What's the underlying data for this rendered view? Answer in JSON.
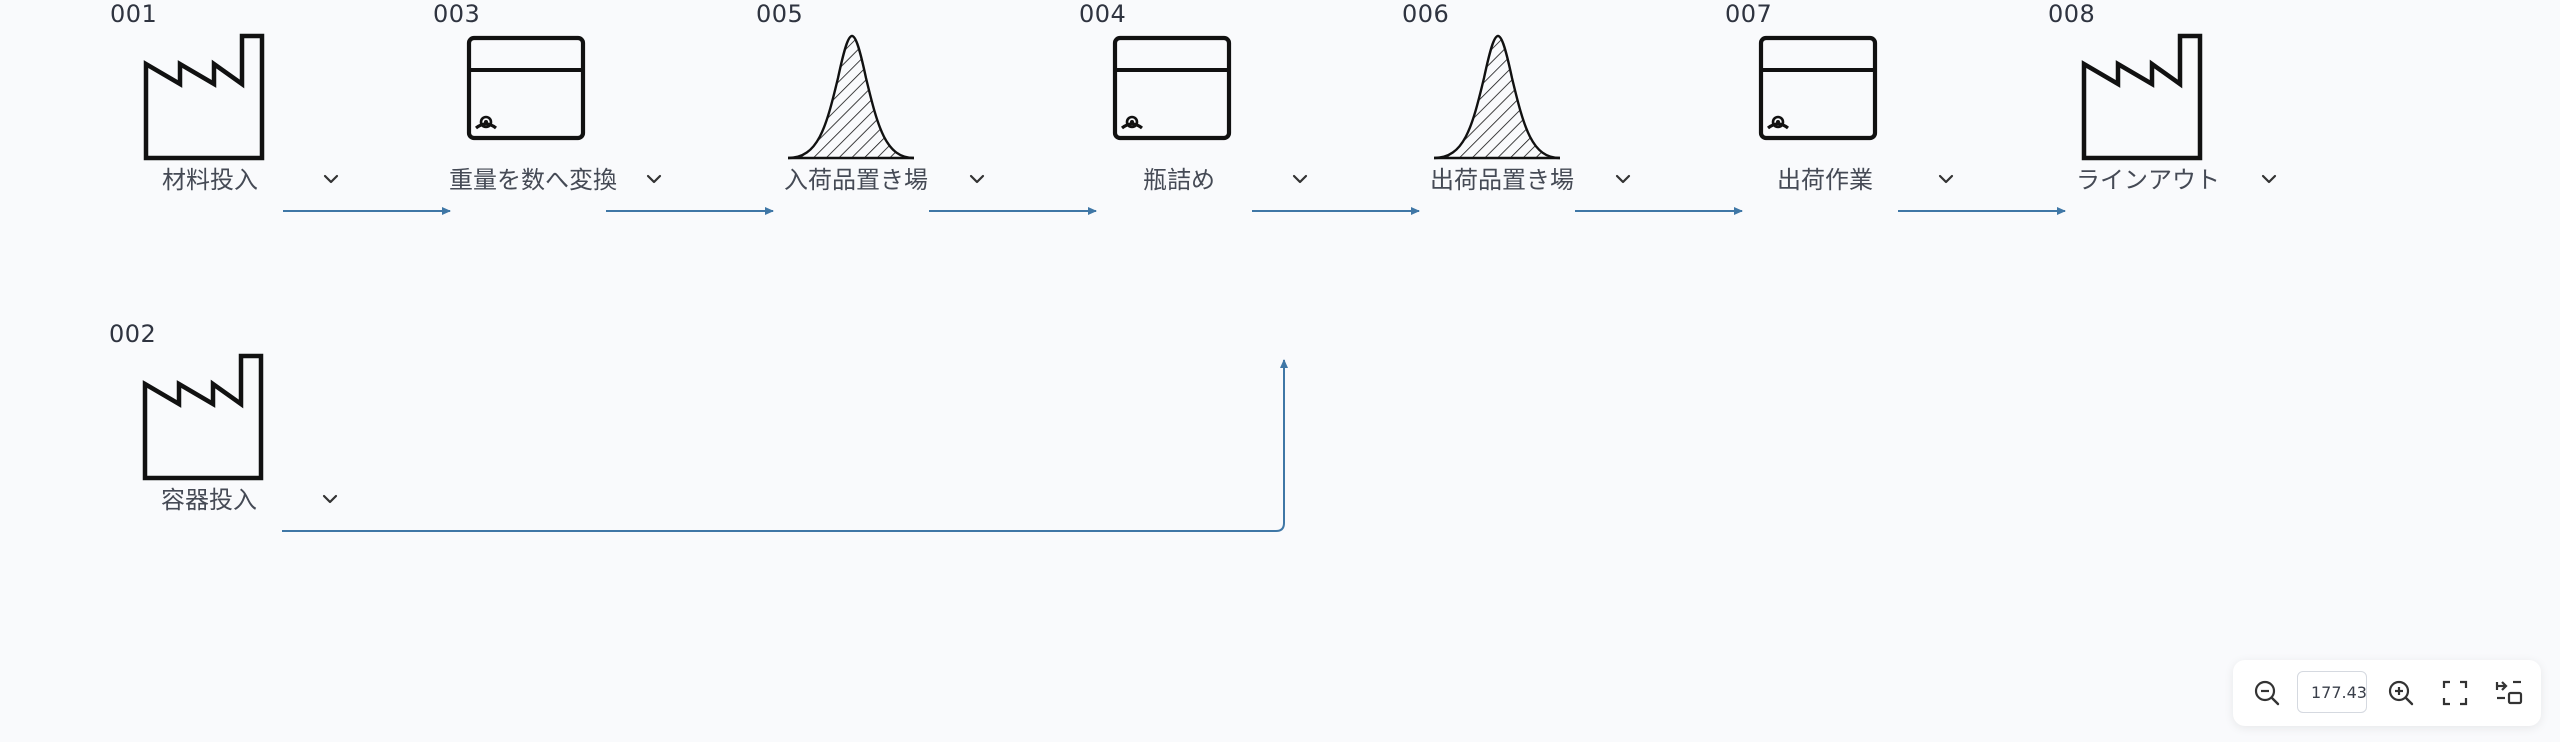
{
  "diagram": {
    "nodes": [
      {
        "id": "001",
        "label": "材料投入",
        "icon": "factory-icon"
      },
      {
        "id": "003",
        "label": "重量を数へ変換",
        "icon": "machine-icon"
      },
      {
        "id": "005",
        "label": "入荷品置き場",
        "icon": "buffer-icon"
      },
      {
        "id": "004",
        "label": "瓶詰め",
        "icon": "machine-icon"
      },
      {
        "id": "006",
        "label": "出荷品置き場",
        "icon": "buffer-icon"
      },
      {
        "id": "007",
        "label": "出荷作業",
        "icon": "machine-icon"
      },
      {
        "id": "008",
        "label": "ラインアウト",
        "icon": "factory-icon"
      },
      {
        "id": "002",
        "label": "容器投入",
        "icon": "factory-icon"
      }
    ],
    "edges": [
      {
        "from": "001",
        "to": "003"
      },
      {
        "from": "003",
        "to": "005"
      },
      {
        "from": "005",
        "to": "004"
      },
      {
        "from": "004",
        "to": "006"
      },
      {
        "from": "006",
        "to": "007"
      },
      {
        "from": "007",
        "to": "008"
      },
      {
        "from": "002",
        "to": "004"
      }
    ],
    "edge_color": "#3f77a6"
  },
  "toolbar": {
    "zoom_value": "177.43",
    "buttons": [
      "zoom-out-icon",
      "zoom-in-icon",
      "fullscreen-icon",
      "layout-icon"
    ]
  }
}
